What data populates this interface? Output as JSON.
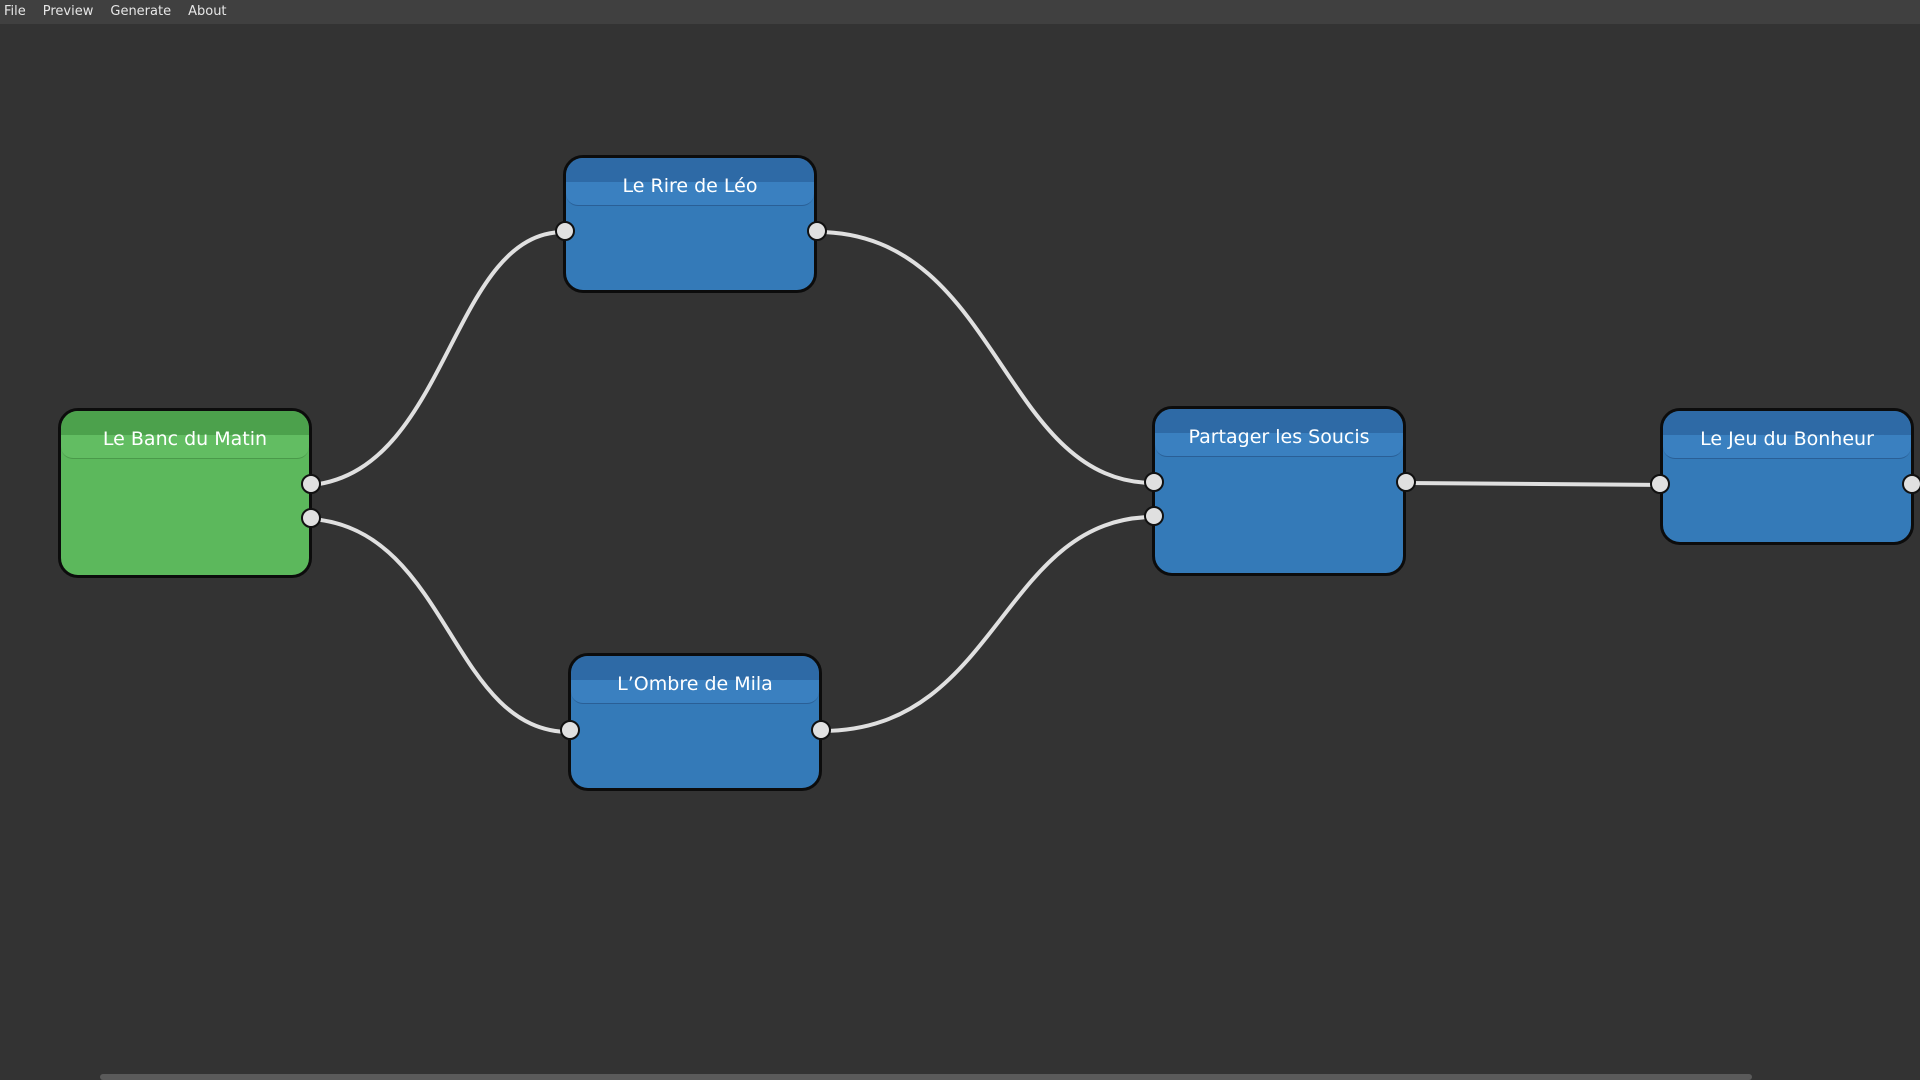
{
  "menu": {
    "file": "File",
    "preview": "Preview",
    "generate": "Generate",
    "about": "About"
  },
  "nodes": {
    "banc": {
      "title": "Le Banc du Matin",
      "color": "#5cb85c"
    },
    "rire": {
      "title": "Le Rire de Léo",
      "color": "#347ab8"
    },
    "ombre": {
      "title": "L’Ombre de Mila",
      "color": "#347ab8"
    },
    "partager": {
      "title": "Partager les Soucis",
      "color": "#347ab8"
    },
    "jeu": {
      "title": "Le Jeu du Bonheur",
      "color": "#347ab8"
    }
  },
  "links": [
    {
      "from": "banc",
      "to": "rire"
    },
    {
      "from": "banc",
      "to": "ombre"
    },
    {
      "from": "rire",
      "to": "partager"
    },
    {
      "from": "ombre",
      "to": "partager"
    },
    {
      "from": "partager",
      "to": "jeu"
    }
  ],
  "colors": {
    "background": "#333333",
    "menubar": "#404040",
    "link": "#e0e0e0",
    "port": "#e0e0e0"
  }
}
